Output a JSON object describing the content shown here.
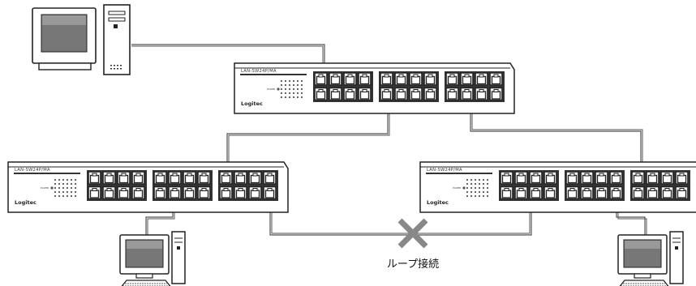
{
  "switches": [
    {
      "id": "top",
      "model": "LAN-SW24P/MA",
      "brand": "Logitec",
      "power": "POWER"
    },
    {
      "id": "left",
      "model": "LAN-SW24P/MA",
      "brand": "Logitec",
      "power": "POWER"
    },
    {
      "id": "right",
      "model": "LAN-SW24P/MA",
      "brand": "Logitec",
      "power": "POWER"
    }
  ],
  "computers": [
    "desktop-pc",
    "left-pc",
    "right-pc"
  ],
  "loop_label": "ループ接続",
  "x_mark_color": "#888888",
  "cable_color": "#555555"
}
